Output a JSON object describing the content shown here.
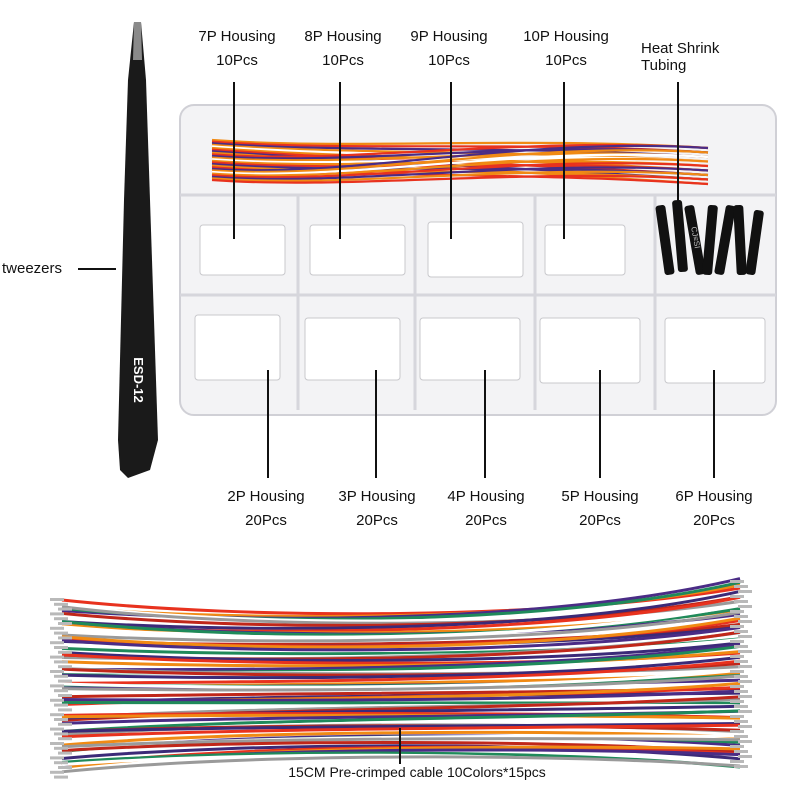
{
  "labels": {
    "tweezers": "tweezers",
    "tweezers_marking": "ESD-12",
    "heat_shrink_line1": "Heat Shrink",
    "heat_shrink_line2": "Tubing",
    "heat_shrink_marking": "CJ≡SI",
    "top_housings": [
      {
        "name": "7P Housing",
        "qty": "10Pcs"
      },
      {
        "name": "8P Housing",
        "qty": "10Pcs"
      },
      {
        "name": "9P Housing",
        "qty": "10Pcs"
      },
      {
        "name": "10P Housing",
        "qty": "10Pcs"
      }
    ],
    "bottom_housings": [
      {
        "name": "2P Housing",
        "qty": "20Pcs"
      },
      {
        "name": "3P Housing",
        "qty": "20Pcs"
      },
      {
        "name": "4P Housing",
        "qty": "20Pcs"
      },
      {
        "name": "5P Housing",
        "qty": "20Pcs"
      },
      {
        "name": "6P Housing",
        "qty": "20Pcs"
      }
    ],
    "cable_caption": "15CM Pre-crimped cable 10Colors*15pcs"
  },
  "colors": {
    "wire_colors": [
      "#e8321e",
      "#f08a14",
      "#4a2c86",
      "#1f8a5a",
      "#ffffff",
      "#9a9a9a",
      "#c0271a",
      "#3b2a78"
    ]
  }
}
